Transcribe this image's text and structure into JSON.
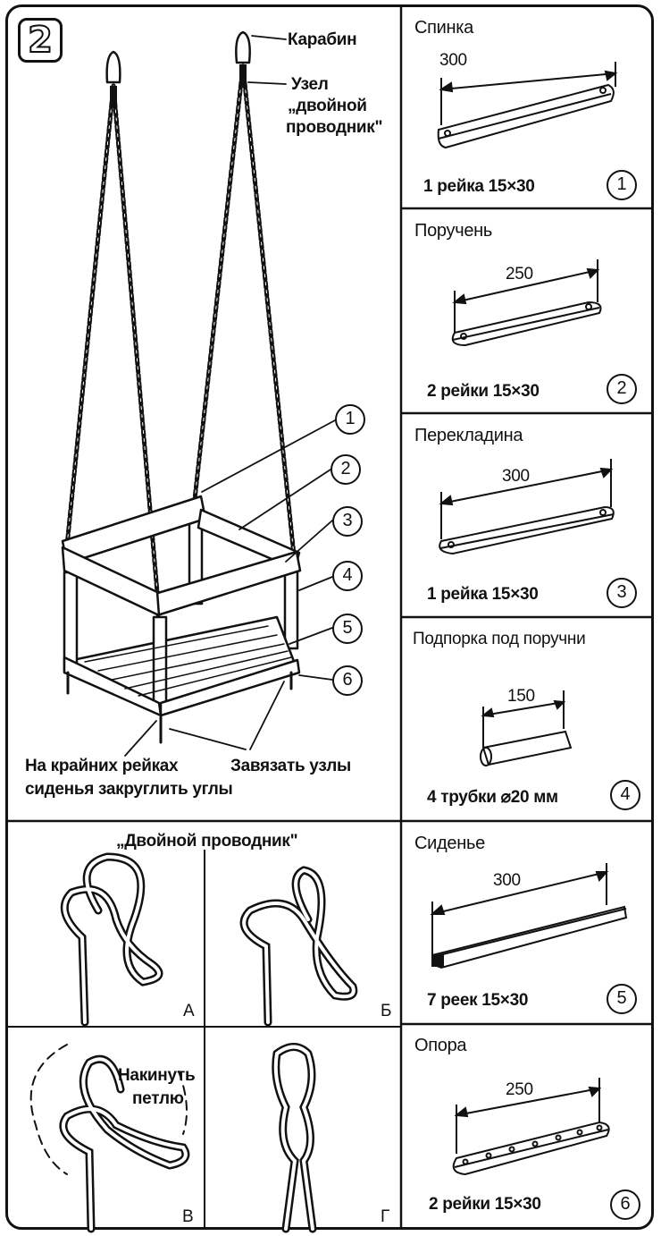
{
  "badge": "2",
  "swing": {
    "labels": {
      "carabiner": "Карабин",
      "knot_line1": "Узел",
      "knot_line2": "„двойной",
      "knot_line3": "проводник\"",
      "corners_line1": "На крайних рейках",
      "corners_line2": "сиденья закруглить углы",
      "tie_knots": "Завязать узлы"
    },
    "callouts": [
      "1",
      "2",
      "3",
      "4",
      "5",
      "6"
    ]
  },
  "knot": {
    "title": "„Двойной проводник\"",
    "steps": [
      "А",
      "Б",
      "В",
      "Г"
    ],
    "loop_note_line1": "Накинуть",
    "loop_note_line2": "петлю"
  },
  "parts": [
    {
      "title": "Спинка",
      "dimension": "300",
      "spec": "1 рейка 15×30",
      "number": "1"
    },
    {
      "title": "Поручень",
      "dimension": "250",
      "spec": "2 рейки 15×30",
      "number": "2"
    },
    {
      "title": "Перекладина",
      "dimension": "300",
      "spec": "1 рейка 15×30",
      "number": "3"
    },
    {
      "title": "Подпорка под поручни",
      "dimension": "150",
      "spec": "4 трубки ⌀20 мм",
      "number": "4"
    },
    {
      "title": "Сиденье",
      "dimension": "300",
      "spec": "7 реек 15×30",
      "number": "5"
    },
    {
      "title": "Опора",
      "dimension": "250",
      "spec": "2 рейки 15×30",
      "number": "6"
    }
  ]
}
